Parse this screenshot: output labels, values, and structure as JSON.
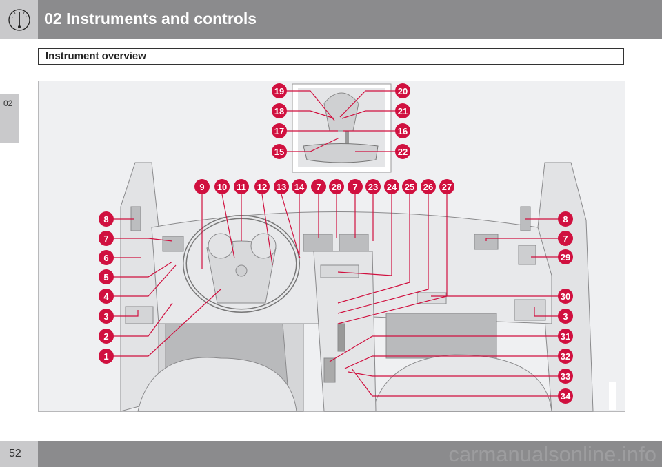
{
  "header": {
    "title": "02 Instruments and controls",
    "icon": "gauge-icon"
  },
  "section": {
    "title": "Instrument overview"
  },
  "side_tab": {
    "label": "02"
  },
  "footer": {
    "page_number": "52",
    "watermark": "carmanualsonline.info"
  },
  "figure": {
    "accent_color": "#d0103f",
    "mirror_left": [
      "19",
      "18",
      "17",
      "15"
    ],
    "mirror_right": [
      "20",
      "21",
      "16",
      "22"
    ],
    "top_row": [
      "9",
      "10",
      "11",
      "12",
      "13",
      "14",
      "7",
      "28",
      "7",
      "23",
      "24",
      "25",
      "26",
      "27"
    ],
    "left_column": [
      "8",
      "7",
      "6",
      "5",
      "4",
      "3",
      "2",
      "1"
    ],
    "right_column": [
      "8",
      "7",
      "29",
      "30",
      "3",
      "31",
      "32",
      "33",
      "34"
    ]
  }
}
